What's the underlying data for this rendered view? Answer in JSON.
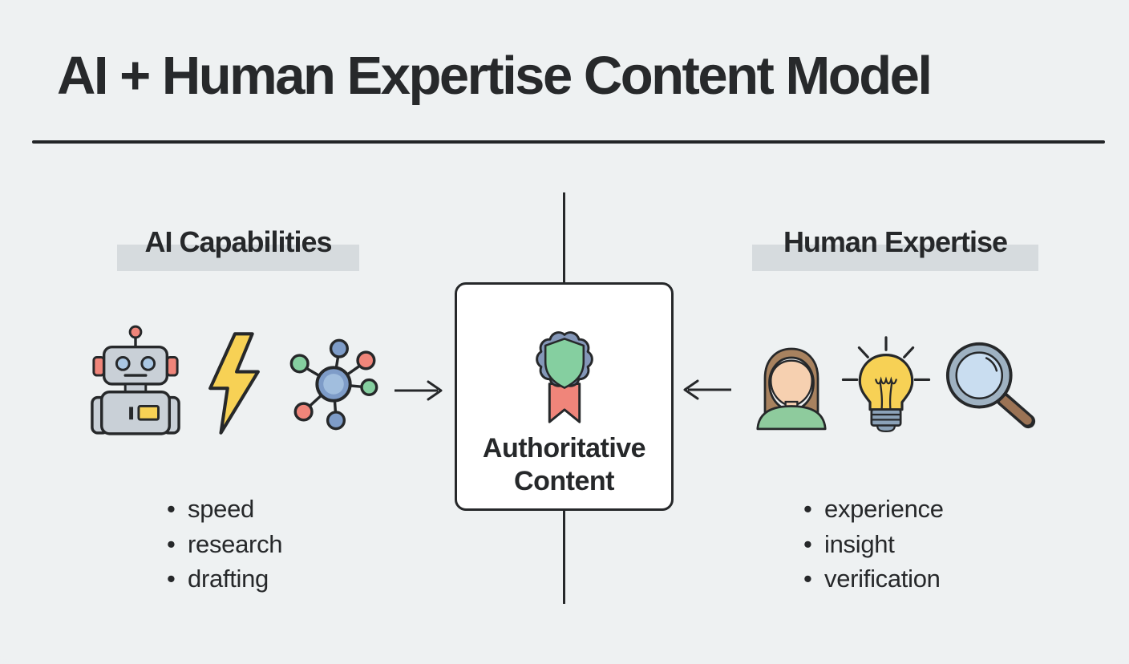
{
  "title": "AI + Human Expertise Content Model",
  "left": {
    "heading": "AI Capabilities",
    "icons": [
      "robot-icon",
      "lightning-bolt-icon",
      "network-nodes-icon"
    ],
    "bullets": [
      "speed",
      "research",
      "drafting"
    ]
  },
  "center": {
    "label": "Authoritative Content",
    "icon": "ribbon-badge-shield-icon",
    "arrow_in_left": "right-arrow",
    "arrow_in_right": "left-arrow"
  },
  "right": {
    "heading": "Human Expertise",
    "icons": [
      "person-icon",
      "lightbulb-icon",
      "magnifying-glass-icon"
    ],
    "bullets": [
      "experience",
      "insight",
      "verification"
    ]
  },
  "colors": {
    "bg": "#edf0f1",
    "ink": "#26282a",
    "highlight": "#d6dbde",
    "card_bg": "#ffffff",
    "salmon": "#f0857a",
    "yellow": "#f7d155",
    "green": "#85cfa0",
    "blue": "#7e9cc8",
    "light_blue": "#aac7e3",
    "slate": "#8497b8",
    "robot_gray": "#c9d0d7",
    "skin": "#f6d0b0",
    "hair_brown": "#a8825f",
    "shirt_green": "#8ecb9d",
    "base_gray": "#8ba2b8",
    "lens_blue": "#c9ddf0",
    "ring_gray": "#9fb2c2",
    "handle_brown": "#9b7355"
  }
}
